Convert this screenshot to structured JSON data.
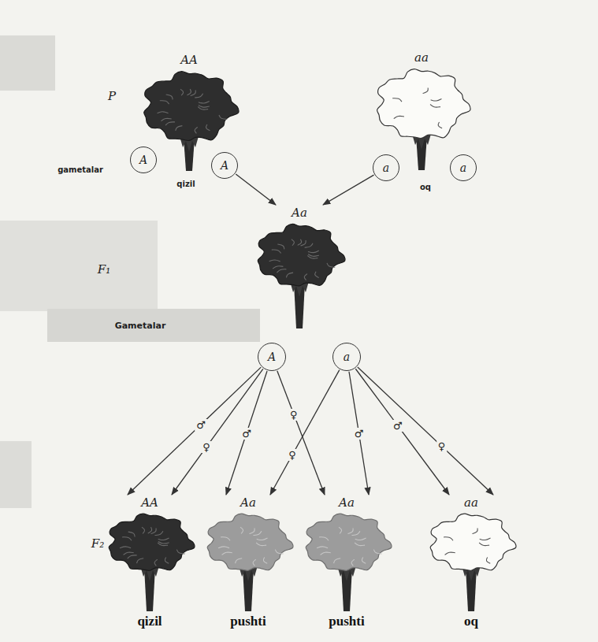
{
  "diagram": {
    "nodes": [
      {
        "text": [
          "AA"
        ]
      },
      {
        "text": [
          "aa"
        ]
      },
      {
        "text": [
          "A"
        ]
      },
      {
        "text": [
          "A"
        ]
      },
      {
        "text": [
          "a"
        ]
      },
      {
        "text": [
          "a"
        ]
      },
      {
        "text": [
          "Aa"
        ]
      },
      {
        "text": [
          "A"
        ]
      },
      {
        "text": [
          "a"
        ]
      },
      {
        "text": [
          "AA",
          "qizil"
        ]
      },
      {
        "text": [
          "Aa",
          "pushti"
        ]
      },
      {
        "text": [
          "Aa",
          "pushti"
        ]
      },
      {
        "text": [
          "aa",
          "oq"
        ]
      }
    ],
    "edges": [
      {
        "from": 3,
        "to": 6,
        "arrow": "to"
      },
      {
        "from": 4,
        "to": 6,
        "arrow": "to"
      },
      {
        "from": 7,
        "to": 9,
        "arrow": "to",
        "label": "♂"
      },
      {
        "from": 7,
        "to": 9,
        "arrow": "to",
        "label": "♀"
      },
      {
        "from": 7,
        "to": 10,
        "arrow": "to",
        "label": "♂"
      },
      {
        "from": 8,
        "to": 10,
        "arrow": "to",
        "label": "♀"
      },
      {
        "from": 7,
        "to": 11,
        "arrow": "to",
        "label": "♀"
      },
      {
        "from": 8,
        "to": 11,
        "arrow": "to",
        "label": "♂"
      },
      {
        "from": 8,
        "to": 12,
        "arrow": "to",
        "label": "♂"
      },
      {
        "from": 8,
        "to": 12,
        "arrow": "to",
        "label": "♀"
      }
    ],
    "labels": [
      "P",
      "gametalar",
      "qizil",
      "oq",
      "F₁",
      "Gametalar",
      "F₂"
    ]
  }
}
